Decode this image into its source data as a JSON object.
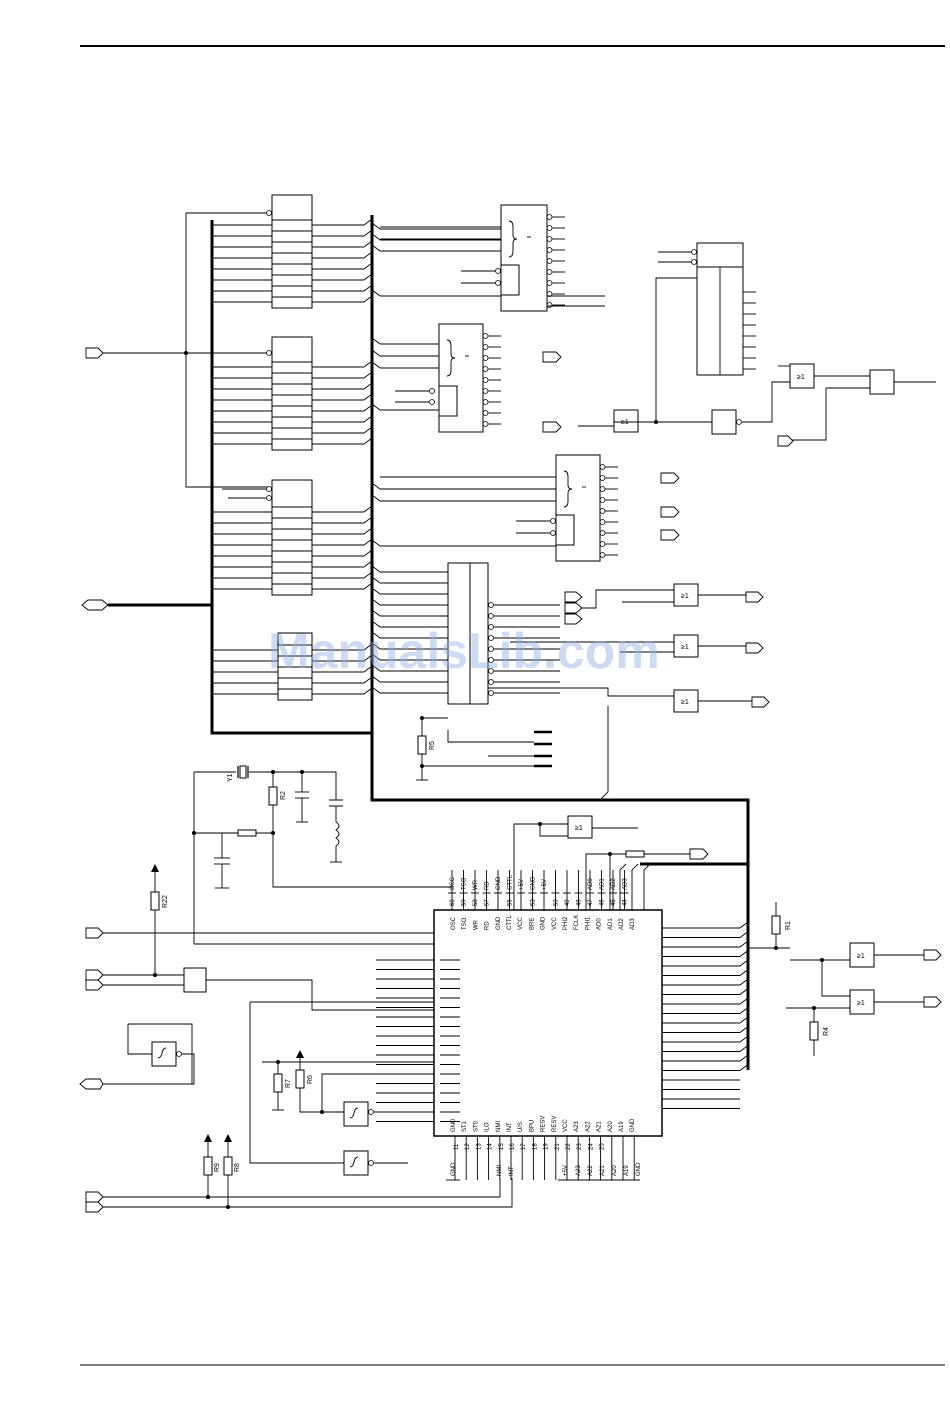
{
  "watermark": "ManualsLib.com",
  "components": {
    "crystal": "Y1",
    "resistors": [
      "R2",
      "R5",
      "R22",
      "R1",
      "R4",
      "R7",
      "R6",
      "R9",
      "R8"
    ]
  },
  "chip": {
    "top_pins": [
      {
        "num": "60",
        "name": "OSC"
      },
      {
        "num": "59",
        "name": "TSO"
      },
      {
        "num": "58",
        "name": "WR"
      },
      {
        "num": "57",
        "name": "RD"
      },
      {
        "num": "",
        "name": "GND"
      },
      {
        "num": "55",
        "name": "CTTL"
      },
      {
        "num": "",
        "name": "+5V"
      },
      {
        "num": "53",
        "name": "GND"
      },
      {
        "num": "",
        "name": "+5V"
      },
      {
        "num": "50",
        "name": ""
      },
      {
        "num": "49",
        "name": ""
      },
      {
        "num": "48",
        "name": ""
      },
      {
        "num": "47",
        "name": "AD0"
      },
      {
        "num": "46",
        "name": "AD1"
      },
      {
        "num": "45",
        "name": "AD2"
      },
      {
        "num": "44",
        "name": "AD3"
      }
    ],
    "top_inner": [
      "OSC",
      "TSO",
      "WR",
      "RD",
      "GND",
      "CTTL",
      "VCC",
      "BRE",
      "GND",
      "VCC",
      "PHI2",
      "FCLK",
      "PHI1",
      "AD0",
      "AD1",
      "AD2",
      "AD3"
    ],
    "bottom_pins": [
      {
        "num": "11",
        "name": "GND"
      },
      {
        "num": "12",
        "name": "ST1"
      },
      {
        "num": "13",
        "name": "ST0"
      },
      {
        "num": "14",
        "name": "ILO"
      },
      {
        "num": "15",
        "name": "NMI"
      },
      {
        "num": "16",
        "name": "INT"
      },
      {
        "num": "17",
        "name": "U/S"
      },
      {
        "num": "18",
        "name": "BPU"
      },
      {
        "num": "19",
        "name": "RESV"
      },
      {
        "num": "21",
        "name": "RESV"
      },
      {
        "num": "22",
        "name": "VCC"
      },
      {
        "num": "23",
        "name": "A23"
      },
      {
        "num": "24",
        "name": "A22"
      },
      {
        "num": "25",
        "name": "A21"
      },
      {
        "num": "",
        "name": "A20"
      },
      {
        "num": "",
        "name": "A19"
      },
      {
        "num": "",
        "name": "GND"
      }
    ],
    "bottom_outer": [
      "GND",
      "NMI",
      "INT",
      "+5V",
      "A23",
      "A22",
      "A21",
      "A20",
      "A19",
      "GND"
    ]
  },
  "gates": {
    "or_label": "≥1"
  }
}
